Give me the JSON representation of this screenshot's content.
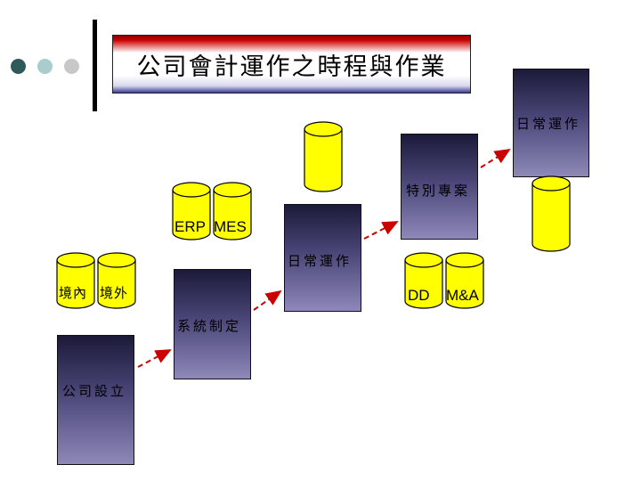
{
  "title": "公司會計運作之時程與作業",
  "colors": {
    "dot_dark": "#2f5a5a",
    "dot_light": "#a9cccc",
    "dot_gray": "#c8c8c8",
    "cylinder": "#ffff00",
    "arrow": "#cc0000"
  },
  "labels": {
    "company_setup": "公司設立",
    "domestic": "境內",
    "overseas": "境外",
    "system_setup": "系統制定",
    "erp": "ERP",
    "mes": "MES",
    "daily_ops_1": "日常運作",
    "dd": "DD",
    "ma": "M&A",
    "special_project": "特別專案",
    "daily_ops_2": "日常運作"
  }
}
